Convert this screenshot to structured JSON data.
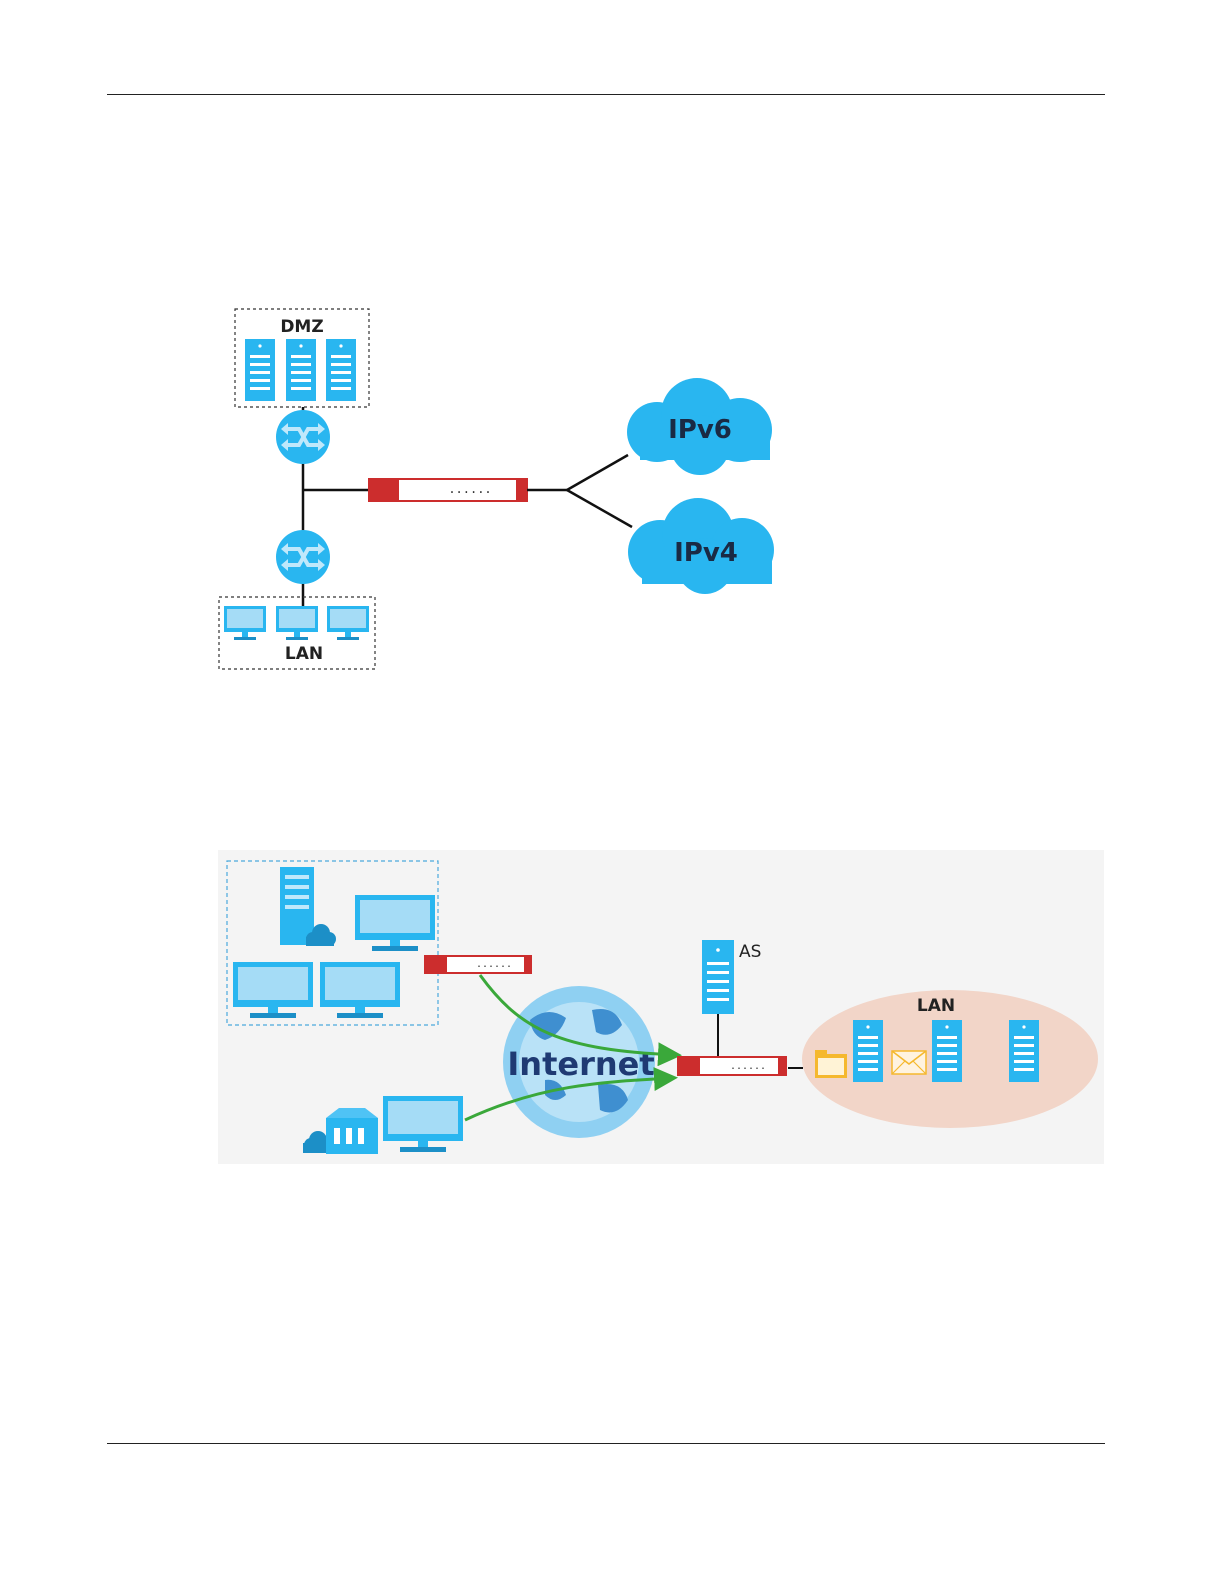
{
  "figure1": {
    "dmz_label": "DMZ",
    "lan_label": "LAN",
    "cloud_ipv6_label": "IPv6",
    "cloud_ipv4_label": "IPv4",
    "colors": {
      "accent": "#29b6f0",
      "firewall_red": "#cc2d2d",
      "line": "#111111"
    }
  },
  "figure2": {
    "internet_label": "Internet",
    "as_label": "AS",
    "lan_label": "LAN",
    "colors": {
      "panel_bg": "#f4f4f4",
      "lan_oval": "#f2d5c8",
      "arrow_green": "#3aa83a",
      "folder": "#f5b82e"
    }
  }
}
